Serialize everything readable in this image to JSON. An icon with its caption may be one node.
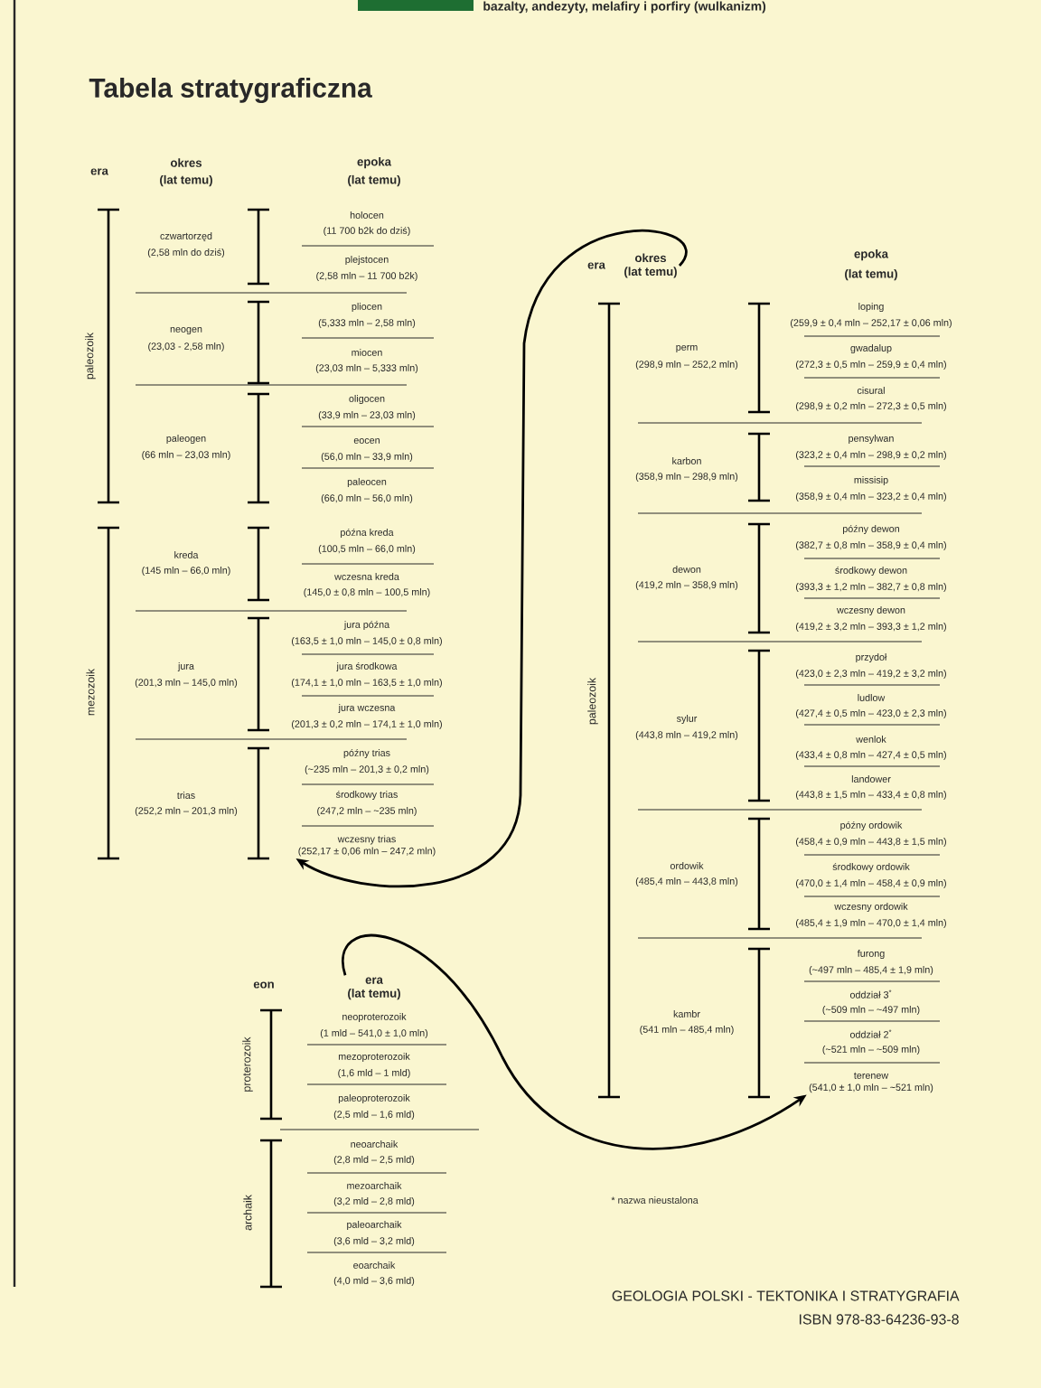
{
  "diagram": {
    "title": "Tabela stratygraficzna",
    "nodes": [
      {
        "text": [
          "okres",
          "(lat temu)"
        ]
      },
      {
        "text": [
          "wczesny trias",
          "(252,17 ± 0,06 mln – 247,2 mln)"
        ]
      },
      {
        "text": [
          "era",
          "(lat temu)"
        ]
      },
      {
        "text": [
          "terenew",
          "(541,0 ± 1,0 mln – ~521 mln)"
        ]
      }
    ],
    "edges": [
      {
        "from": 0,
        "to": 1,
        "arrow": "to"
      },
      {
        "from": 2,
        "to": 3,
        "arrow": "to"
      }
    ],
    "labels": [
      "bazalty, andezyty, melafiry i porfiry (wulkanizm)",
      "era",
      "okres",
      "(lat temu)",
      "epoka",
      "(lat temu)",
      "paleozoik",
      "czwartorzęd",
      "(2,58 mln do dziś)",
      "holocen",
      "(11 700 b2k do dziś)",
      "plejstocen",
      "(2,58 mln – 11 700 b2k)",
      "neogen",
      "(23,03 - 2,58 mln)",
      "pliocen",
      "(5,333 mln – 2,58 mln)",
      "miocen",
      "(23,03 mln – 5,333 mln)",
      "paleogen",
      "(66 mln – 23,03 mln)",
      "oligocen",
      "(33,9 mln – 23,03 mln)",
      "eocen",
      "(56,0 mln – 33,9 mln)",
      "paleocen",
      "(66,0 mln – 56,0 mln)",
      "mezozoik",
      "kreda",
      "(145 mln – 66,0 mln)",
      "późna kreda",
      "(100,5 mln – 66,0 mln)",
      "wczesna kreda",
      "(145,0 ± 0,8 mln – 100,5 mln)",
      "jura",
      "(201,3 mln – 145,0 mln)",
      "jura późna",
      "(163,5 ± 1,0 mln – 145,0 ± 0,8 mln)",
      "jura środkowa",
      "(174,1 ± 1,0 mln – 163,5 ± 1,0 mln)",
      "jura wczesna",
      "(201,3 ± 0,2 mln – 174,1 ± 1,0 mln)",
      "trias",
      "(252,2 mln – 201,3 mln)",
      "późny trias",
      "(~235 mln – 201,3 ± 0,2 mln)",
      "środkowy trias",
      "(247,2 mln – ~235 mln)",
      "era",
      "epoka",
      "(lat temu)",
      "paleozoik",
      "perm",
      "(298,9 mln – 252,2 mln)",
      "loping",
      "(259,9 ± 0,4 mln – 252,17 ± 0,06 mln)",
      "gwadalup",
      "(272,3 ± 0,5 mln – 259,9 ± 0,4 mln)",
      "cisural",
      "(298,9 ± 0,2 mln – 272,3 ± 0,5 mln)",
      "karbon",
      "(358,9 mln – 298,9 mln)",
      "pensylwan",
      "(323,2 ± 0,4 mln – 298,9 ± 0,2 mln)",
      "missisip",
      "(358,9 ± 0,4 mln – 323,2 ± 0,4 mln)",
      "dewon",
      "(419,2 mln – 358,9 mln)",
      "późny dewon",
      "(382,7 ± 0,8 mln – 358,9 ± 0,4 mln)",
      "środkowy dewon",
      "(393,3 ± 1,2 mln – 382,7 ± 0,8 mln)",
      "wczesny dewon",
      "(419,2 ± 3,2 mln – 393,3 ± 1,2 mln)",
      "sylur",
      "(443,8 mln – 419,2 mln)",
      "przydoł",
      "(423,0 ± 2,3 mln – 419,2 ± 3,2 mln)",
      "ludlow",
      "(427,4 ± 0,5 mln – 423,0 ± 2,3 mln)",
      "wenlok",
      "(433,4 ± 0,8 mln – 427,4 ± 0,5 mln)",
      "landower",
      "(443,8 ± 1,5 mln – 433,4 ± 0,8 mln)",
      "ordowik",
      "(485,4 mln – 443,8 mln)",
      "późny ordowik",
      "(458,4 ± 0,9 mln – 443,8 ± 1,5 mln)",
      "środkowy ordowik",
      "(470,0 ± 1,4 mln – 458,4 ± 0,9 mln)",
      "wczesny ordowik",
      "(485,4 ± 1,9 mln – 470,0 ± 1,4 mln)",
      "kambr",
      "(541 mln – 485,4 mln)",
      "furong",
      "(~497 mln – 485,4 ± 1,9 mln)",
      "oddział 3$^{*}$",
      "(~509 mln – ~497 mln)",
      "oddział 2$^{*}$",
      "(~521 mln – ~509 mln)",
      "eon",
      "proterozoik",
      "neoproterozoik",
      "(1 mld – 541,0 ± 1,0 mln)",
      "mezoproterozoik",
      "(1,6 mld – 1 mld)",
      "paleoproterozoik",
      "(2,5 mld – 1,6 mld)",
      "archaik",
      "neoarchaik",
      "(2,8 mld – 2,5 mld)",
      "mezoarchaik",
      "(3,2 mld – 2,8 mld)",
      "paleoarchaik",
      "(3,6 mld – 3,2 mld)",
      "eoarchaik",
      "(4,0 mld – 3,6 mld)",
      "* nazwa nieustalona",
      "GEOLOGIA POLSKI - TEKTONIKA I STRATYGRAFIA",
      "ISBN 978-83-64236-93-8"
    ]
  }
}
